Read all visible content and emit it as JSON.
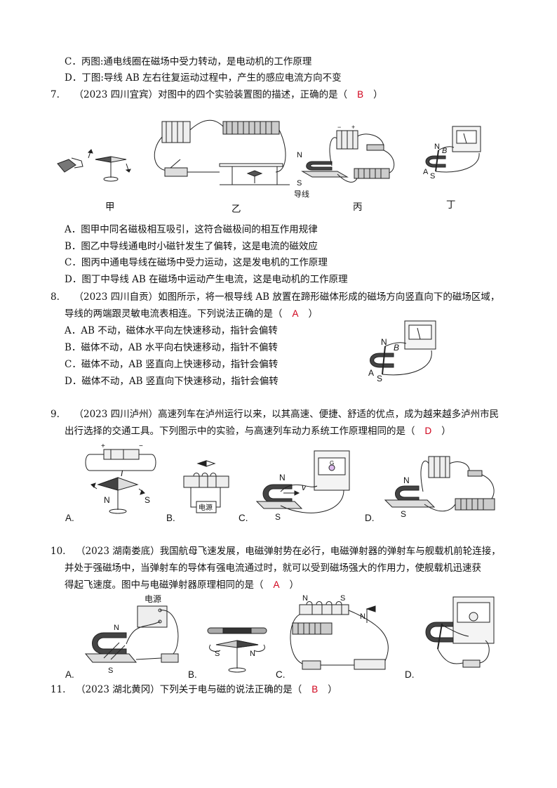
{
  "prev_options": {
    "C": "C．丙图:通电线圈在磁场中受力转动，是电动机的工作原理",
    "D": "D．丁图:导线 AB 左右往复运动过程中，产生的感应电流方向不变"
  },
  "q7": {
    "num": "7.",
    "stem_pre": "（2023 四川宜宾）对图中的四个实验装置图的描述，正确的是（",
    "answer": "B",
    "stem_post": "）",
    "fig_labels": [
      "甲",
      "乙",
      "丙",
      "丁"
    ],
    "fig_text": {
      "N": "N",
      "S": "S",
      "wire": "导线",
      "A": "A",
      "B": "B",
      "plus": "+",
      "minus": "−"
    },
    "options": [
      "A．图甲中同名磁极相互吸引，这符合磁极间的相互作用规律",
      "B．图乙中导线通电时小磁针发生了偏转，这是电流的磁效应",
      "C．图丙中通电导线在磁场中受力运动，这是发电机的工作原理",
      "D．图丁中导线 AB 在磁场中运动产生电流，这是电动机的工作原理"
    ]
  },
  "q8": {
    "num": "8.",
    "stem_line1": "（2023 四川自贡）如图所示，将一根导线 AB 放置在蹄形磁体形成的磁场方向竖直向下的磁场区域，",
    "stem_line2_pre": "导线的两端跟灵敏电流表相连。下列说法正确的是（",
    "answer": "A",
    "stem_post": "）",
    "options": [
      "A．AB 不动，磁体水平向左快速移动，指针会偏转",
      "B．磁体不动，AB 水平向右快速移动，指针不偏转",
      "C．磁体不动，AB 竖直向上快速移动，指针会偏转",
      "D．磁体不动，AB 竖直向下快速移动，指针会偏转"
    ]
  },
  "q9": {
    "num": "9.",
    "stem_line1": "（2023 四川泸州）高速列车在泸州运行以来，以其高速、便捷、舒适的优点，成为越来越多泸州市民",
    "stem_line2_pre": "出行选择的交通工具。下列图示中的实验，与高速列车动力系统工作原理相同的是（",
    "answer": "D",
    "stem_post": "）",
    "choice_labels": [
      "A.",
      "B.",
      "C.",
      "D."
    ],
    "fig_text": {
      "I": "I",
      "N": "N",
      "S": "S",
      "power": "电源",
      "v": "v",
      "G": "G"
    }
  },
  "q10": {
    "num": "10.",
    "stem_line1": "（2023 湖南娄底）我国航母飞速发展，电磁弹射势在必行，电磁弹射器的弹射车与舰载机前轮连接，",
    "stem_line2": "并处于强磁场中，当弹射车的导体有强电流通过时，就可以受到磁场强大的作用力，使舰载机迅速获",
    "stem_line3_pre": "得起飞速度。图中与电磁弹射器原理相同的是（",
    "answer": "A",
    "stem_post": "）",
    "choice_labels": [
      "A.",
      "B.",
      "C.",
      "D."
    ],
    "fig_text": {
      "power": "电源",
      "N": "N",
      "S": "S"
    }
  },
  "q11": {
    "num": "11.",
    "stem_pre": "（2023 湖北黄冈）下列关于电与磁的说法正确的是（",
    "answer": "B",
    "stem_post": "）"
  }
}
